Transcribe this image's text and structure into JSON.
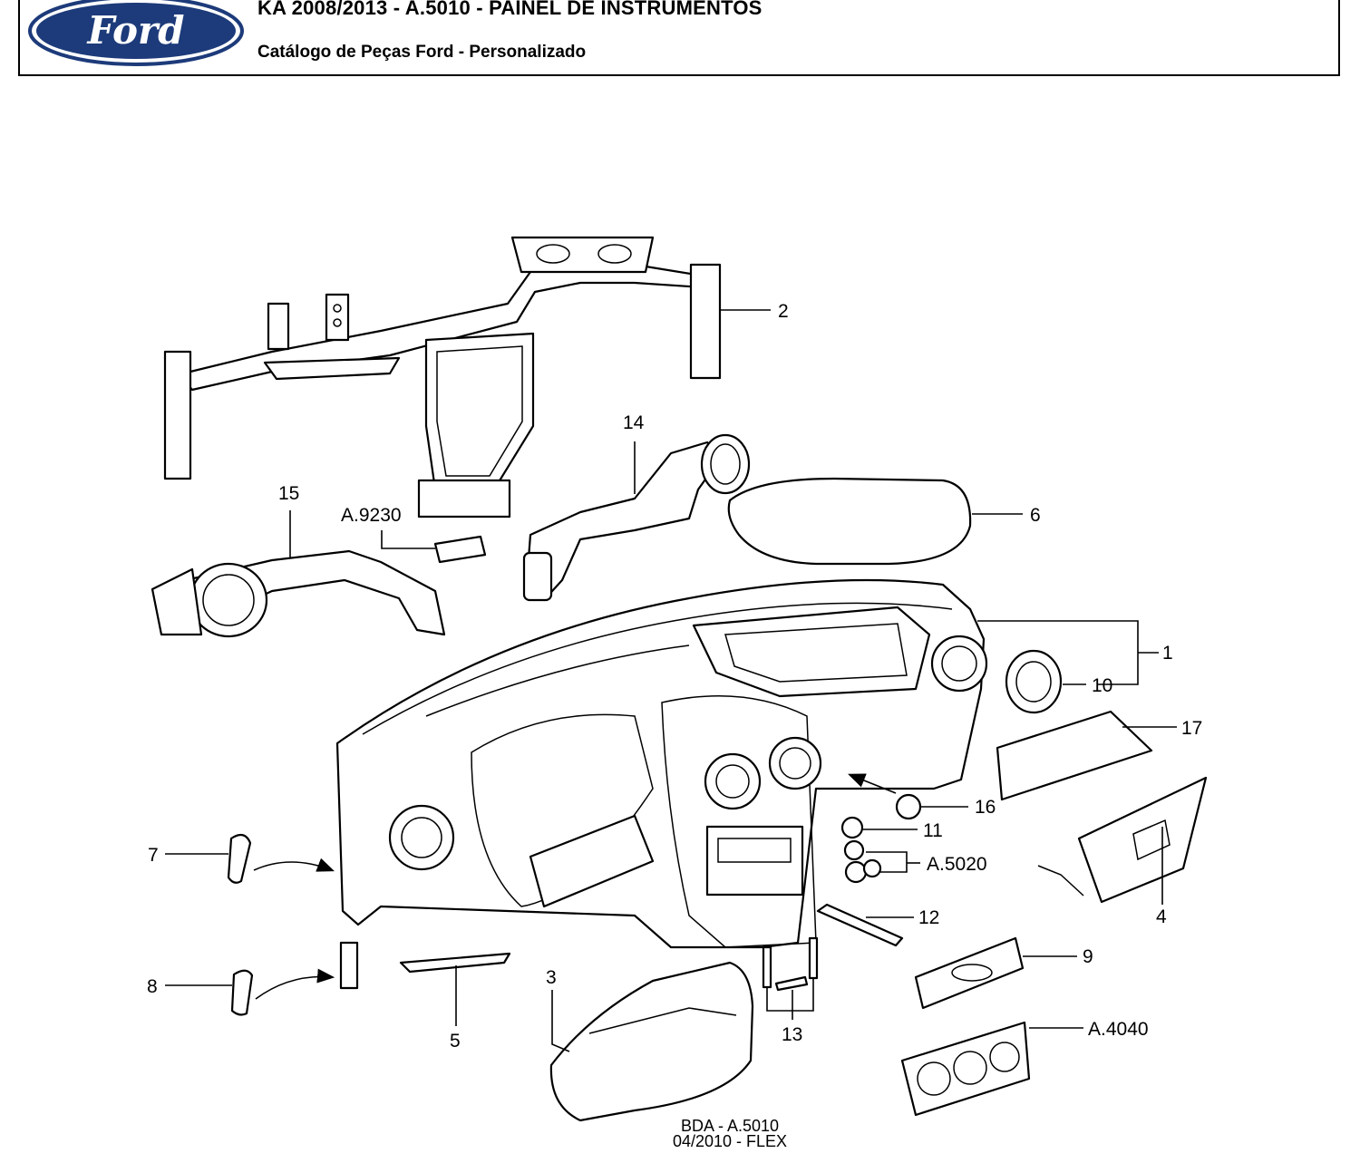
{
  "header": {
    "brand": "Ford",
    "title": "KA 2008/2013 - A.5010 - PAINEL DE INSTRUMENTOS",
    "subtitle": "Catálogo de Peças Ford - Personalizado",
    "logo_color": "#1d3b7a"
  },
  "callouts": {
    "c1": "1",
    "c2": "2",
    "c3": "3",
    "c4": "4",
    "c5": "5",
    "c6": "6",
    "c7": "7",
    "c8": "8",
    "c9": "9",
    "c10": "10",
    "c11": "11",
    "c12": "12",
    "c13": "13",
    "c14": "14",
    "c15": "15",
    "c16": "16",
    "c17": "17",
    "a9230": "A.9230",
    "a5020": "A.5020",
    "a4040": "A.4040"
  },
  "footer": {
    "code_line1": "BDA - A.5010",
    "code_line2": "04/2010 - FLEX"
  }
}
